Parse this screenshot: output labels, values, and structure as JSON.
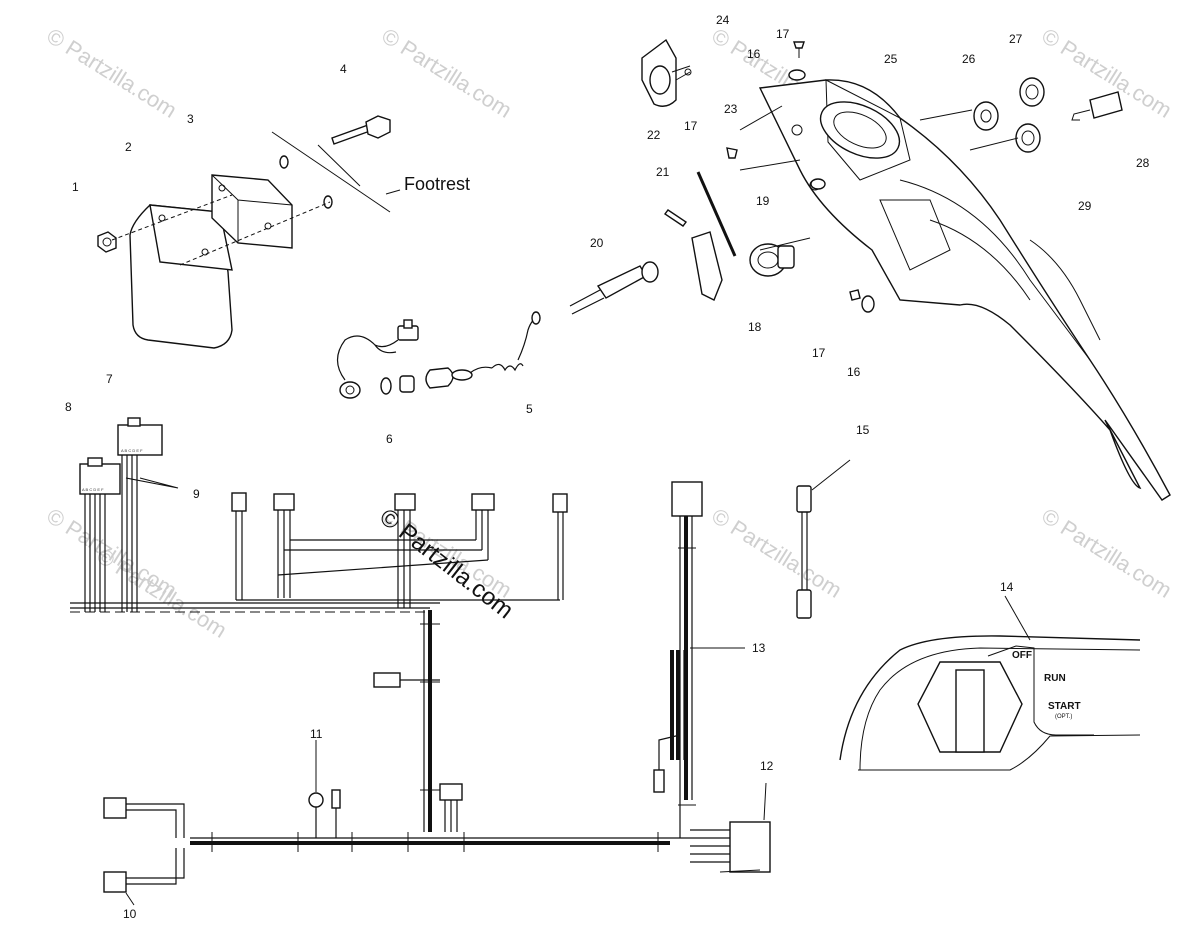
{
  "watermarks": [
    "© Partzilla.com",
    "© Partzilla.com",
    "© Partzilla.com",
    "© Partzilla.com",
    "© Partzilla.com",
    "© Partzilla.com",
    "© Partzilla.com",
    "© Partzilla.com",
    "© Partzilla.com"
  ],
  "center_watermark": "© Partzilla.com",
  "labels": {
    "footrest": "Footrest"
  },
  "switch_panel": {
    "off": "OFF",
    "run": "RUN",
    "start": "START",
    "opt": "(OPT.)"
  },
  "callouts": [
    "1",
    "2",
    "3",
    "4",
    "5",
    "6",
    "7",
    "8",
    "9",
    "10",
    "11",
    "12",
    "13",
    "14",
    "15",
    "16",
    "16",
    "17",
    "17",
    "17",
    "18",
    "19",
    "20",
    "21",
    "22",
    "23",
    "24",
    "25",
    "26",
    "27",
    "28",
    "29"
  ],
  "connector_pins": {
    "conn_7": "A B C D E F",
    "conn_8": "A B C D E F"
  },
  "colors": {
    "line": "#111111",
    "watermark": "#cfcfcf",
    "background": "#ffffff"
  }
}
